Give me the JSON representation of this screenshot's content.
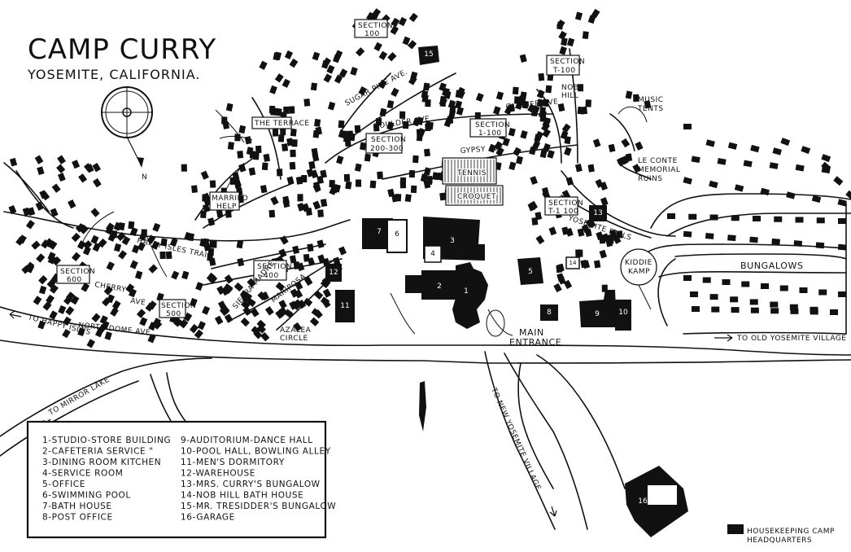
{
  "title": "CAMP CURRY",
  "subtitle": "YOSEMITE, CALIFORNIA.",
  "compass_label": "N",
  "sections": [
    {
      "label1": "SECTION",
      "label2": "100"
    },
    {
      "label1": "SECTION",
      "label2": "T-100"
    },
    {
      "label1": "SECTION",
      "label2": "200-300"
    },
    {
      "label1": "SECTION",
      "label2": "1-100"
    },
    {
      "label1": "SECTION",
      "label2": "T-1 100"
    },
    {
      "label1": "SECTION",
      "label2": "400"
    },
    {
      "label1": "SECTION",
      "label2": "500"
    },
    {
      "label1": "SECTION",
      "label2": "600"
    }
  ],
  "area_labels": {
    "terrace": "THE TERRACE",
    "married_help_1": "MARRIED",
    "married_help_2": "HELP",
    "tennis": "TENNIS",
    "croquet": "CROQUET",
    "music_tents_1": "MUSIC",
    "music_tents_2": "TENTS",
    "nob_hill_1": "NOB",
    "nob_hill_2": "HILL",
    "leconte_1": "LE CONTE",
    "leconte_2": "MEMORIAL",
    "leconte_3": "RUINS",
    "kiddie_1": "KIDDIE",
    "kiddie_2": "KAMP",
    "bungalows": "BUNGALOWS",
    "main_entrance_1": "MAIN",
    "main_entrance_2": "ENTRANCE",
    "azalea_1": "AZALEA",
    "azalea_2": "CIRCLE"
  },
  "street_labels": {
    "sugar_pine": "SUGAR PINE AVE.",
    "boulder": "BOULDER AVE",
    "glacier": "GLACIER AVE",
    "gypsy": "GYPSY AVE",
    "yosemite_falls": "YOSEMITE FALLS",
    "happy_isles_trail": "HAPPY ISLES TRAIL",
    "cherry": "CHERRY",
    "ave": "AVE",
    "north_dome": "NORTH DOME AVE",
    "mariposa": "MARIPOSA",
    "sierra_madre": "SIERRA MADRE"
  },
  "directions": {
    "happy_isles": "TO HAPPY ISLES",
    "mirror_lake": "TO MIRROR LAKE",
    "new_village": "TO NEW YOSEMITE VILLAGE",
    "old_village": "TO OLD YOSEMITE VILLAGE"
  },
  "buildings": [
    "1",
    "2",
    "3",
    "4",
    "5",
    "6",
    "7",
    "8",
    "9",
    "10",
    "11",
    "12",
    "13",
    "14",
    "15",
    "16"
  ],
  "legend": {
    "left": [
      "1-STUDIO-STORE BUILDING",
      "2-CAFETERIA SERVICE \"",
      "3-DINING ROOM KITCHEN",
      "4-SERVICE ROOM",
      "5-OFFICE",
      "6-SWIMMING POOL",
      "7-BATH HOUSE",
      "8-POST OFFICE"
    ],
    "right": [
      "9-AUDITORIUM-DANCE HALL",
      "10-POOL HALL, BOWLING ALLEY",
      "11-MEN'S DORMITORY",
      "12-WAREHOUSE",
      "13-MRS. CURRY'S BUNGALOW",
      "14-NOB HILL BATH HOUSE",
      "15-MR. TRESIDDER'S BUNGALOW",
      "16-GARAGE"
    ]
  },
  "housekeeping": {
    "line1": "HOUSEKEEPING CAMP",
    "line2": "HEADQUARTERS"
  }
}
